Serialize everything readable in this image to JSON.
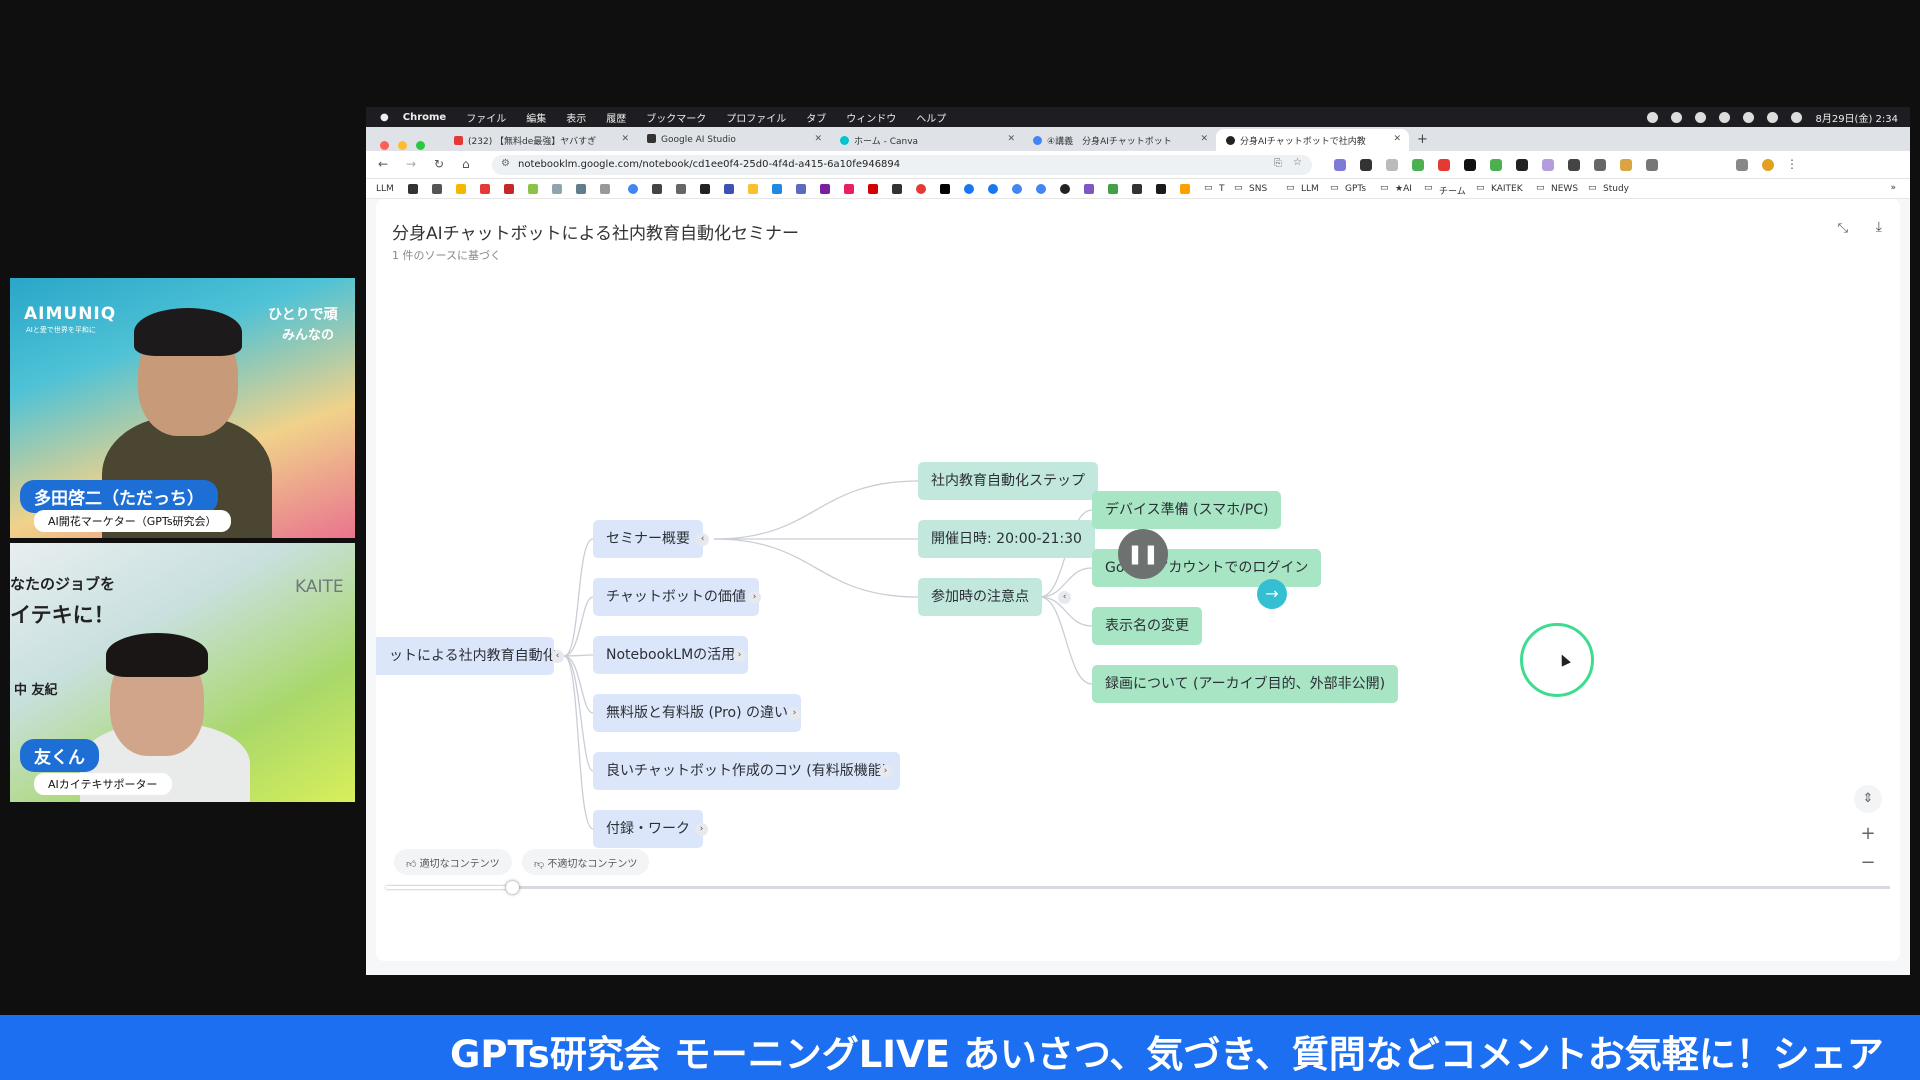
{
  "webcams": [
    {
      "brand": "AIMUNIQ",
      "brand_sub": "AIと愛で世界を平和に",
      "slogan_1": "ひとりで頑",
      "slogan_2": "みんなの",
      "name": "多田啓二（ただっち）",
      "role": "AI開花マーケター（GPTs研究会）"
    },
    {
      "brand": "KAITE",
      "slogan_1": "なたのジョブを",
      "slogan_2": "イテキに！",
      "name_fragment": "中 友紀",
      "name": "友くん",
      "role": "AIカイテキサポーター"
    }
  ],
  "macbar": {
    "items": [
      "Chrome",
      "ファイル",
      "編集",
      "表示",
      "履歴",
      "ブックマーク",
      "プロファイル",
      "タブ",
      "ウィンドウ",
      "ヘルプ"
    ],
    "datetime": "8月29日(金) 2:34"
  },
  "tabs": [
    {
      "label": "(232) 【無料de最強】ヤバすぎ",
      "color": "#e53935"
    },
    {
      "label": "Google AI Studio",
      "color": "#333333"
    },
    {
      "label": "ホーム - Canva",
      "color": "#00c4cc"
    },
    {
      "label": "④講義　分身AIチャットボット",
      "color": "#4285f4"
    },
    {
      "label": "分身AIチャットボットで社内教",
      "color": "#222222"
    }
  ],
  "url": "notebooklm.google.com/notebook/cd1ee0f4-25d0-4f4d-a415-6a10fe946894",
  "bookmarks": [
    "LLM",
    "T",
    "SNS",
    "LLM",
    "GPTs",
    "★AI",
    "チーム",
    "KAITEK",
    "NEWS",
    "Study"
  ],
  "notebook": {
    "title": "分身AIチャットボットによる社内教育自動化セミナー",
    "subtitle": "1 件のソースに基づく"
  },
  "mindmap": {
    "root": "ットによる社内教育自動化",
    "level1": [
      "セミナー概要",
      "チャットボットの価値",
      "NotebookLMの活用",
      "無料版と有料版 (Pro) の違い",
      "良いチャットボット作成のコツ (有料版機能)",
      "付録・ワーク"
    ],
    "level2": [
      "社内教育自動化ステップ",
      "開催日時: 20:00-21:30",
      "参加時の注意点"
    ],
    "level3": [
      "デバイス準備 (スマホ/PC)",
      "Googleアカウントでのログイン",
      "表示名の変更",
      "録画について (アーカイブ目的、外部非公開)"
    ]
  },
  "feedback": {
    "good": "適切なコンテンツ",
    "bad": "不適切なコンテンツ"
  },
  "playback_progress": 0.084,
  "ticker": "GPTs研究会 モーニングLIVE あいさつ、気づき、質問などコメントお気軽に！シェア"
}
